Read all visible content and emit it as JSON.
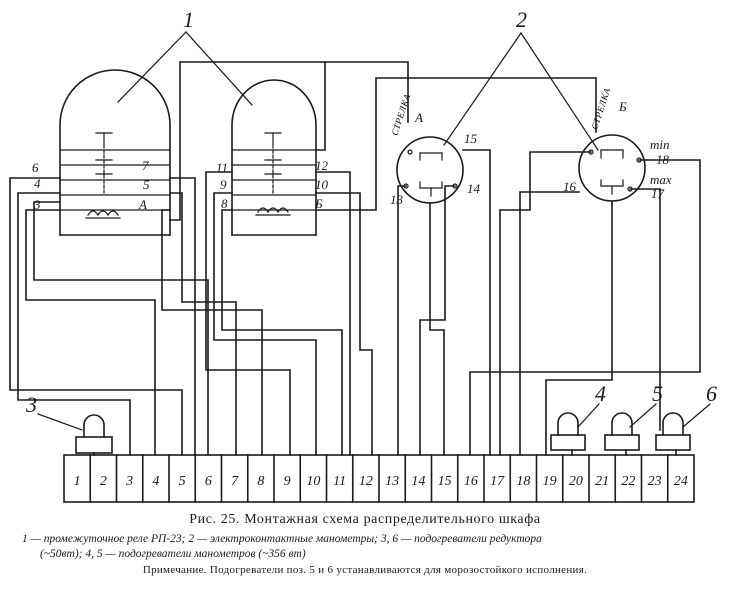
{
  "caption": {
    "title": "Рис. 25. Монтажная схема распределительного шкафа",
    "legend_line1": "1 — промежуточное реле РП-23; 2 — электроконтактные манометры; 3, 6 — подогреватели редуктора",
    "legend_line2": "(~50вт); 4, 5 — подогреватели манометров (~356 вт)",
    "note": "Примечание. Подогреватели поз. 5 и 6 устанавливаются для морозостойкого исполнения."
  },
  "callouts": {
    "relays": "1",
    "gauges": "2",
    "heater3": "3",
    "heater4": "4",
    "heater5": "5",
    "heater6": "6"
  },
  "relay_left": {
    "pins": {
      "p6": "6",
      "p7": "7",
      "p4": "4",
      "p5": "5",
      "p3": "3",
      "pA": "А"
    }
  },
  "relay_right": {
    "pins": {
      "p11": "11",
      "p12": "12",
      "p9": "9",
      "p10": "10",
      "p8": "8",
      "pB": "Б"
    }
  },
  "gauge_left": {
    "tag": "СТРЕЛКА",
    "letter": "А",
    "pins": {
      "p15": "15",
      "p13": "13",
      "p14": "14"
    }
  },
  "gauge_right": {
    "tag": "СТРЕЛКА",
    "letter": "Б",
    "pins": {
      "pmin": "min",
      "p18": "18",
      "pmax": "max",
      "p16": "16",
      "p17": "17"
    }
  },
  "terminal_block": {
    "terminals": [
      "1",
      "2",
      "3",
      "4",
      "5",
      "6",
      "7",
      "8",
      "9",
      "10",
      "11",
      "12",
      "13",
      "14",
      "15",
      "16",
      "17",
      "18",
      "19",
      "20",
      "21",
      "22",
      "23",
      "24"
    ]
  }
}
